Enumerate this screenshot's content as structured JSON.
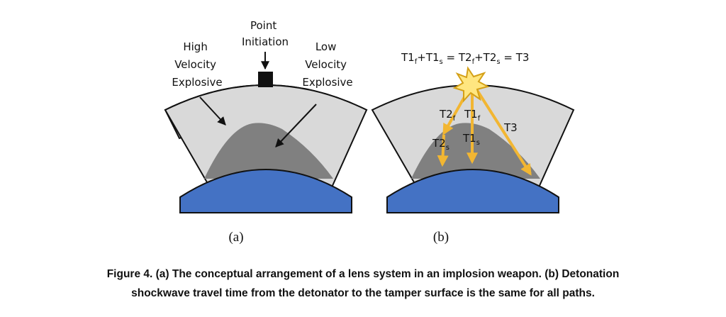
{
  "panel_a": {
    "label": "(a)",
    "point_initiation": [
      "Point",
      "Initiation"
    ],
    "high_velocity": [
      "High",
      "Velocity",
      "Explosive"
    ],
    "low_velocity": [
      "Low",
      "Velocity",
      "Explosive"
    ]
  },
  "panel_b": {
    "label": "(b)",
    "equation": {
      "t1": "T1",
      "f1": "f",
      "plus1": "+T1",
      "s1": "s",
      "eq1": " = T2",
      "f2": "f",
      "plus2": "+T2",
      "s2": "s",
      "eq2": " = T3"
    },
    "paths": {
      "t2f": "T2",
      "t2f_sub": "f",
      "t1f": "T1",
      "t1f_sub": "f",
      "t3": "T3",
      "t2s": "T2",
      "t2s_sub": "s",
      "t1s": "T1",
      "t1s_sub": "s"
    }
  },
  "colors": {
    "outer_shell": "#d9d9d9",
    "lens": "#808080",
    "tamper": "#4472c4",
    "arrow": "#f2b632",
    "star": "#ffe680"
  },
  "caption": {
    "line1": "Figure 4. (a) The conceptual arrangement of a lens system in an implosion weapon. (b) Detonation",
    "line2": "shockwave travel time from the detonator to the tamper surface is the same for all paths."
  }
}
